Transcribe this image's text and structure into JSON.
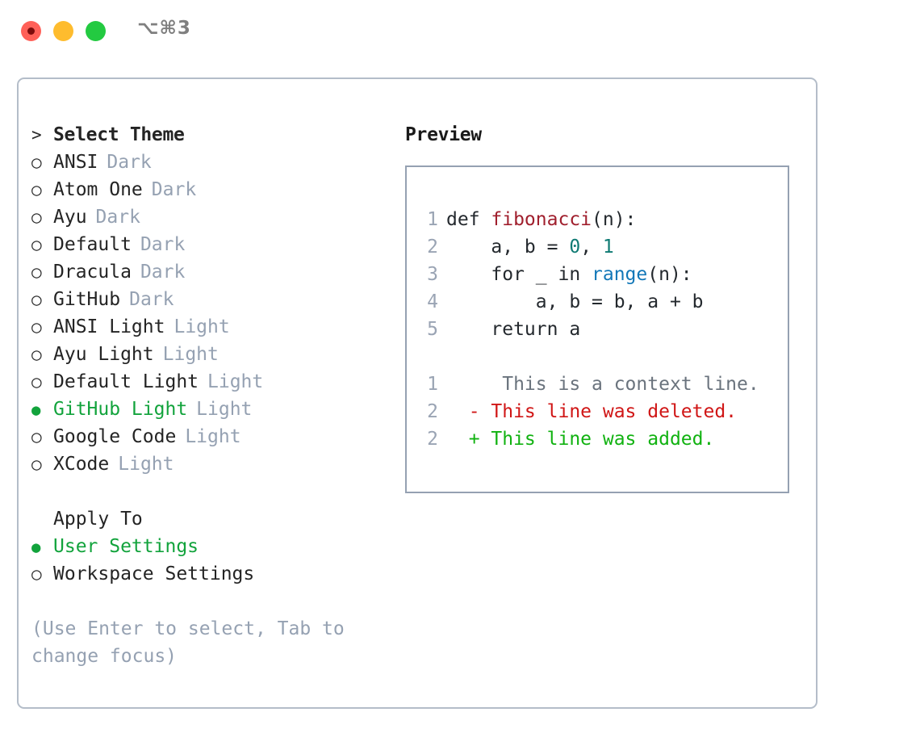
{
  "titlebar": {
    "shortcut": "⌥⌘3",
    "lights": [
      {
        "name": "close-button",
        "color": "#ff6058"
      },
      {
        "name": "minimize-button",
        "color": "#febc2e"
      },
      {
        "name": "maximize-button",
        "color": "#23ca41"
      }
    ]
  },
  "colors": {
    "accent_green": "#12a33c",
    "muted": "#95a1b2",
    "panel_border": "#b4bdc9",
    "preview_border": "#95a1b2",
    "text": "#242424",
    "diff_added": "#11b211",
    "diff_deleted": "#d01616",
    "diff_context": "#6a737d"
  },
  "theme_list": {
    "header_marker": ">",
    "header_label": "Select Theme",
    "items": [
      {
        "marker": "○",
        "label": "ANSI",
        "suffix": "Dark",
        "selected": false
      },
      {
        "marker": "○",
        "label": "Atom One",
        "suffix": "Dark",
        "selected": false
      },
      {
        "marker": "○",
        "label": "Ayu",
        "suffix": "Dark",
        "selected": false
      },
      {
        "marker": "○",
        "label": "Default",
        "suffix": "Dark",
        "selected": false
      },
      {
        "marker": "○",
        "label": "Dracula",
        "suffix": "Dark",
        "selected": false
      },
      {
        "marker": "○",
        "label": "GitHub",
        "suffix": "Dark",
        "selected": false
      },
      {
        "marker": "○",
        "label": "ANSI Light",
        "suffix": "Light",
        "selected": false
      },
      {
        "marker": "○",
        "label": "Ayu Light",
        "suffix": "Light",
        "selected": false
      },
      {
        "marker": "○",
        "label": "Default Light",
        "suffix": "Light",
        "selected": false
      },
      {
        "marker": "●",
        "label": "GitHub Light",
        "suffix": "Light",
        "selected": true
      },
      {
        "marker": "○",
        "label": "Google Code",
        "suffix": "Light",
        "selected": false
      },
      {
        "marker": "○",
        "label": "XCode",
        "suffix": "Light",
        "selected": false
      }
    ]
  },
  "apply_to": {
    "header_label": "Apply To",
    "items": [
      {
        "marker": "●",
        "label": "User Settings",
        "selected": true
      },
      {
        "marker": "○",
        "label": "Workspace Settings",
        "selected": false
      }
    ]
  },
  "hint": "(Use Enter to select, Tab to change focus)",
  "preview": {
    "title": "Preview",
    "code_lines": [
      {
        "num": "1",
        "tokens": [
          {
            "t": "def ",
            "c": "plain"
          },
          {
            "t": "fibonacci",
            "c": "fn"
          },
          {
            "t": "(n):",
            "c": "plain"
          }
        ]
      },
      {
        "num": "2",
        "tokens": [
          {
            "t": "    a, b = ",
            "c": "plain"
          },
          {
            "t": "0",
            "c": "num"
          },
          {
            "t": ", ",
            "c": "plain"
          },
          {
            "t": "1",
            "c": "num"
          }
        ]
      },
      {
        "num": "3",
        "tokens": [
          {
            "t": "    for _ in ",
            "c": "plain"
          },
          {
            "t": "range",
            "c": "call"
          },
          {
            "t": "(n):",
            "c": "plain"
          }
        ]
      },
      {
        "num": "4",
        "tokens": [
          {
            "t": "        a, b = b, a + b",
            "c": "plain"
          }
        ]
      },
      {
        "num": "5",
        "tokens": [
          {
            "t": "    return a",
            "c": "plain"
          }
        ]
      }
    ],
    "diff_lines": [
      {
        "num": "1",
        "marker": " ",
        "text": "  This is a context line.",
        "kind": "ctx"
      },
      {
        "num": "2",
        "marker": "-",
        "text": " This line was deleted.",
        "kind": "del"
      },
      {
        "num": "2",
        "marker": "+",
        "text": " This line was added.",
        "kind": "add"
      }
    ]
  }
}
